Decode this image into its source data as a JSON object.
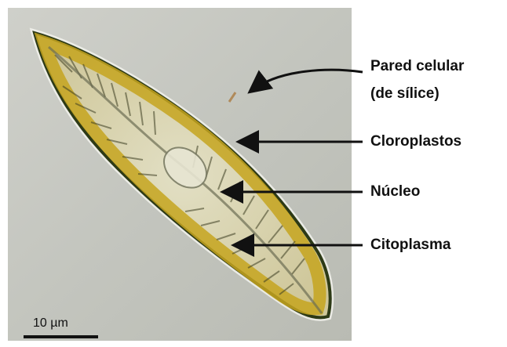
{
  "labels": {
    "cell_wall_line1": "Pared celular",
    "cell_wall_line2": "(de sílice)",
    "chloroplasts": "Cloroplastos",
    "nucleus": "Núcleo",
    "cytoplasm": "Citoplasma"
  },
  "scale_bar": {
    "label": "10 µm"
  },
  "colors": {
    "micrograph_background": "#c5c7c0",
    "cell_wall": "#2d3a16",
    "chloroplast": "#c6a41f",
    "cytoplasm": "#d9d6b6",
    "arrow": "#111111"
  }
}
